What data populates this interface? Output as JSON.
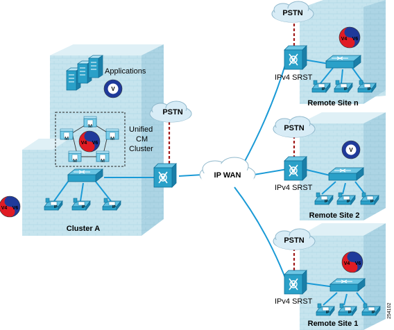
{
  "labels": {
    "applications": "Applications",
    "unified_line1": "Unified",
    "unified_line2": "CM",
    "unified_line3": "Cluster",
    "cluster_a": "Cluster A",
    "ip_wan": "IP WAN",
    "pstn": "PSTN",
    "srst": "IPv4 SRST",
    "site_n": "Remote Site n",
    "site_2": "Remote Site 2",
    "site_1": "Remote Site 1",
    "figure_id": "254102",
    "m": "M",
    "ip": "IP",
    "v4": "V4",
    "v6": "V6",
    "v": "V"
  },
  "colors": {
    "building_face": "#c6e4ee",
    "building_side": "#a8d2e2",
    "building_top": "#dff0f6",
    "network_line": "#1a9ad6",
    "pstn_link": "#a01818",
    "device": "#2aa0c8",
    "cloud": "#d8ecf6",
    "v4_red": "#e01c24",
    "v6_blue": "#1f3a9a"
  }
}
